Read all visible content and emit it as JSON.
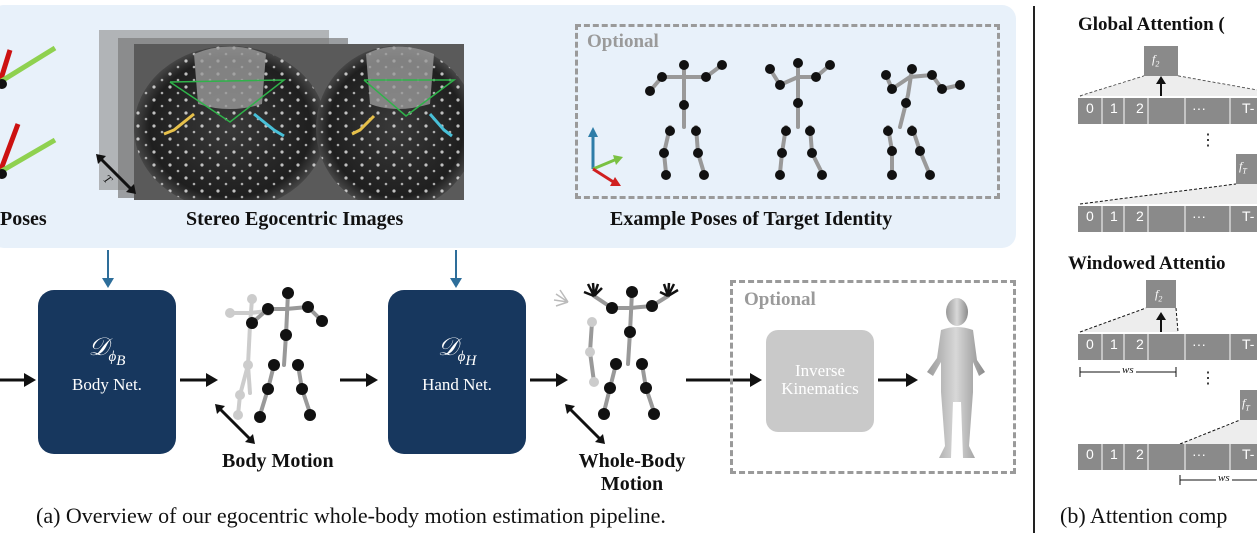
{
  "panel_a": {
    "labels": {
      "poses": "Poses",
      "stereo_images": "Stereo Egocentric Images",
      "example_poses": "Example Poses of Target Identity",
      "body_motion": "Body Motion",
      "whole_body_motion_line1": "Whole-Body",
      "whole_body_motion_line2": "Motion"
    },
    "optional_top": "Optional",
    "optional_bottom": "Optional",
    "time_marker": "T",
    "body_net": {
      "symbol": "𝒟",
      "sub": "ϕ",
      "subsub": "B",
      "name": "Body Net."
    },
    "hand_net": {
      "symbol": "𝒟",
      "sub": "ϕ",
      "subsub": "H",
      "name": "Hand Net."
    },
    "ik": {
      "line1": "Inverse",
      "line2": "Kinematics"
    },
    "caption": "(a) Overview of our egocentric whole-body motion estimation pipeline."
  },
  "panel_b": {
    "global_title": "Global Attention (",
    "windowed_title": "Windowed Attentio",
    "tokens": [
      "0",
      "1",
      "2",
      "···",
      "T-"
    ],
    "f2": "f",
    "f2_sub": "2",
    "fT": "f",
    "fT_sub": "T",
    "vdots": "⋮",
    "ws": "ws",
    "caption": "(b) Attention comp"
  },
  "colors": {
    "net_blue": "#17375e",
    "panel_bg": "#e8f1fa",
    "arrow_blue": "#2e6e9a",
    "token_gray": "#8a8a8a",
    "optional_gray": "#9a9a9a"
  }
}
